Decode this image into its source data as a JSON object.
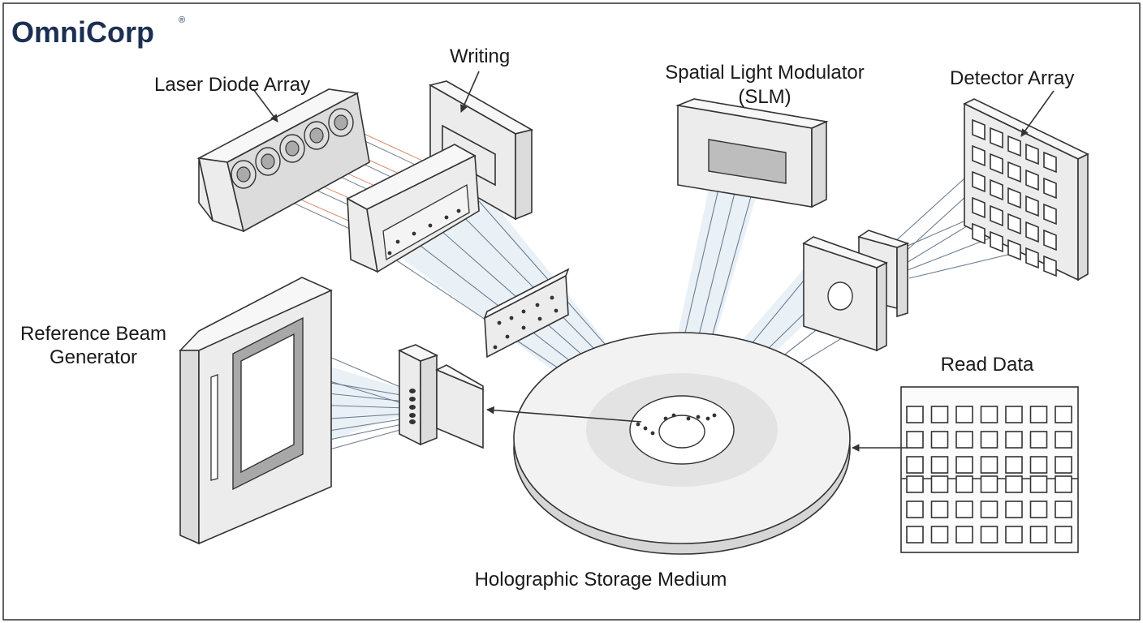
{
  "brand": {
    "name": "OmniCorp",
    "mark": "®"
  },
  "labels": {
    "laser": "Laser Diode Array",
    "writing": "Writing",
    "slm_line1": "Spatial Light Modulator",
    "slm_line2": "(SLM)",
    "detector": "Detector Array",
    "reference_line1": "Reference Beam",
    "reference_line2": "Generator",
    "read_data": "Read Data",
    "medium": "Holographic Storage Medium"
  },
  "colors": {
    "ink": "#333333",
    "brand": "#1b2f52",
    "beam": "#6e7d92",
    "beam_glow": "#cfe0ee",
    "laser_trace": "#d88a6a"
  }
}
